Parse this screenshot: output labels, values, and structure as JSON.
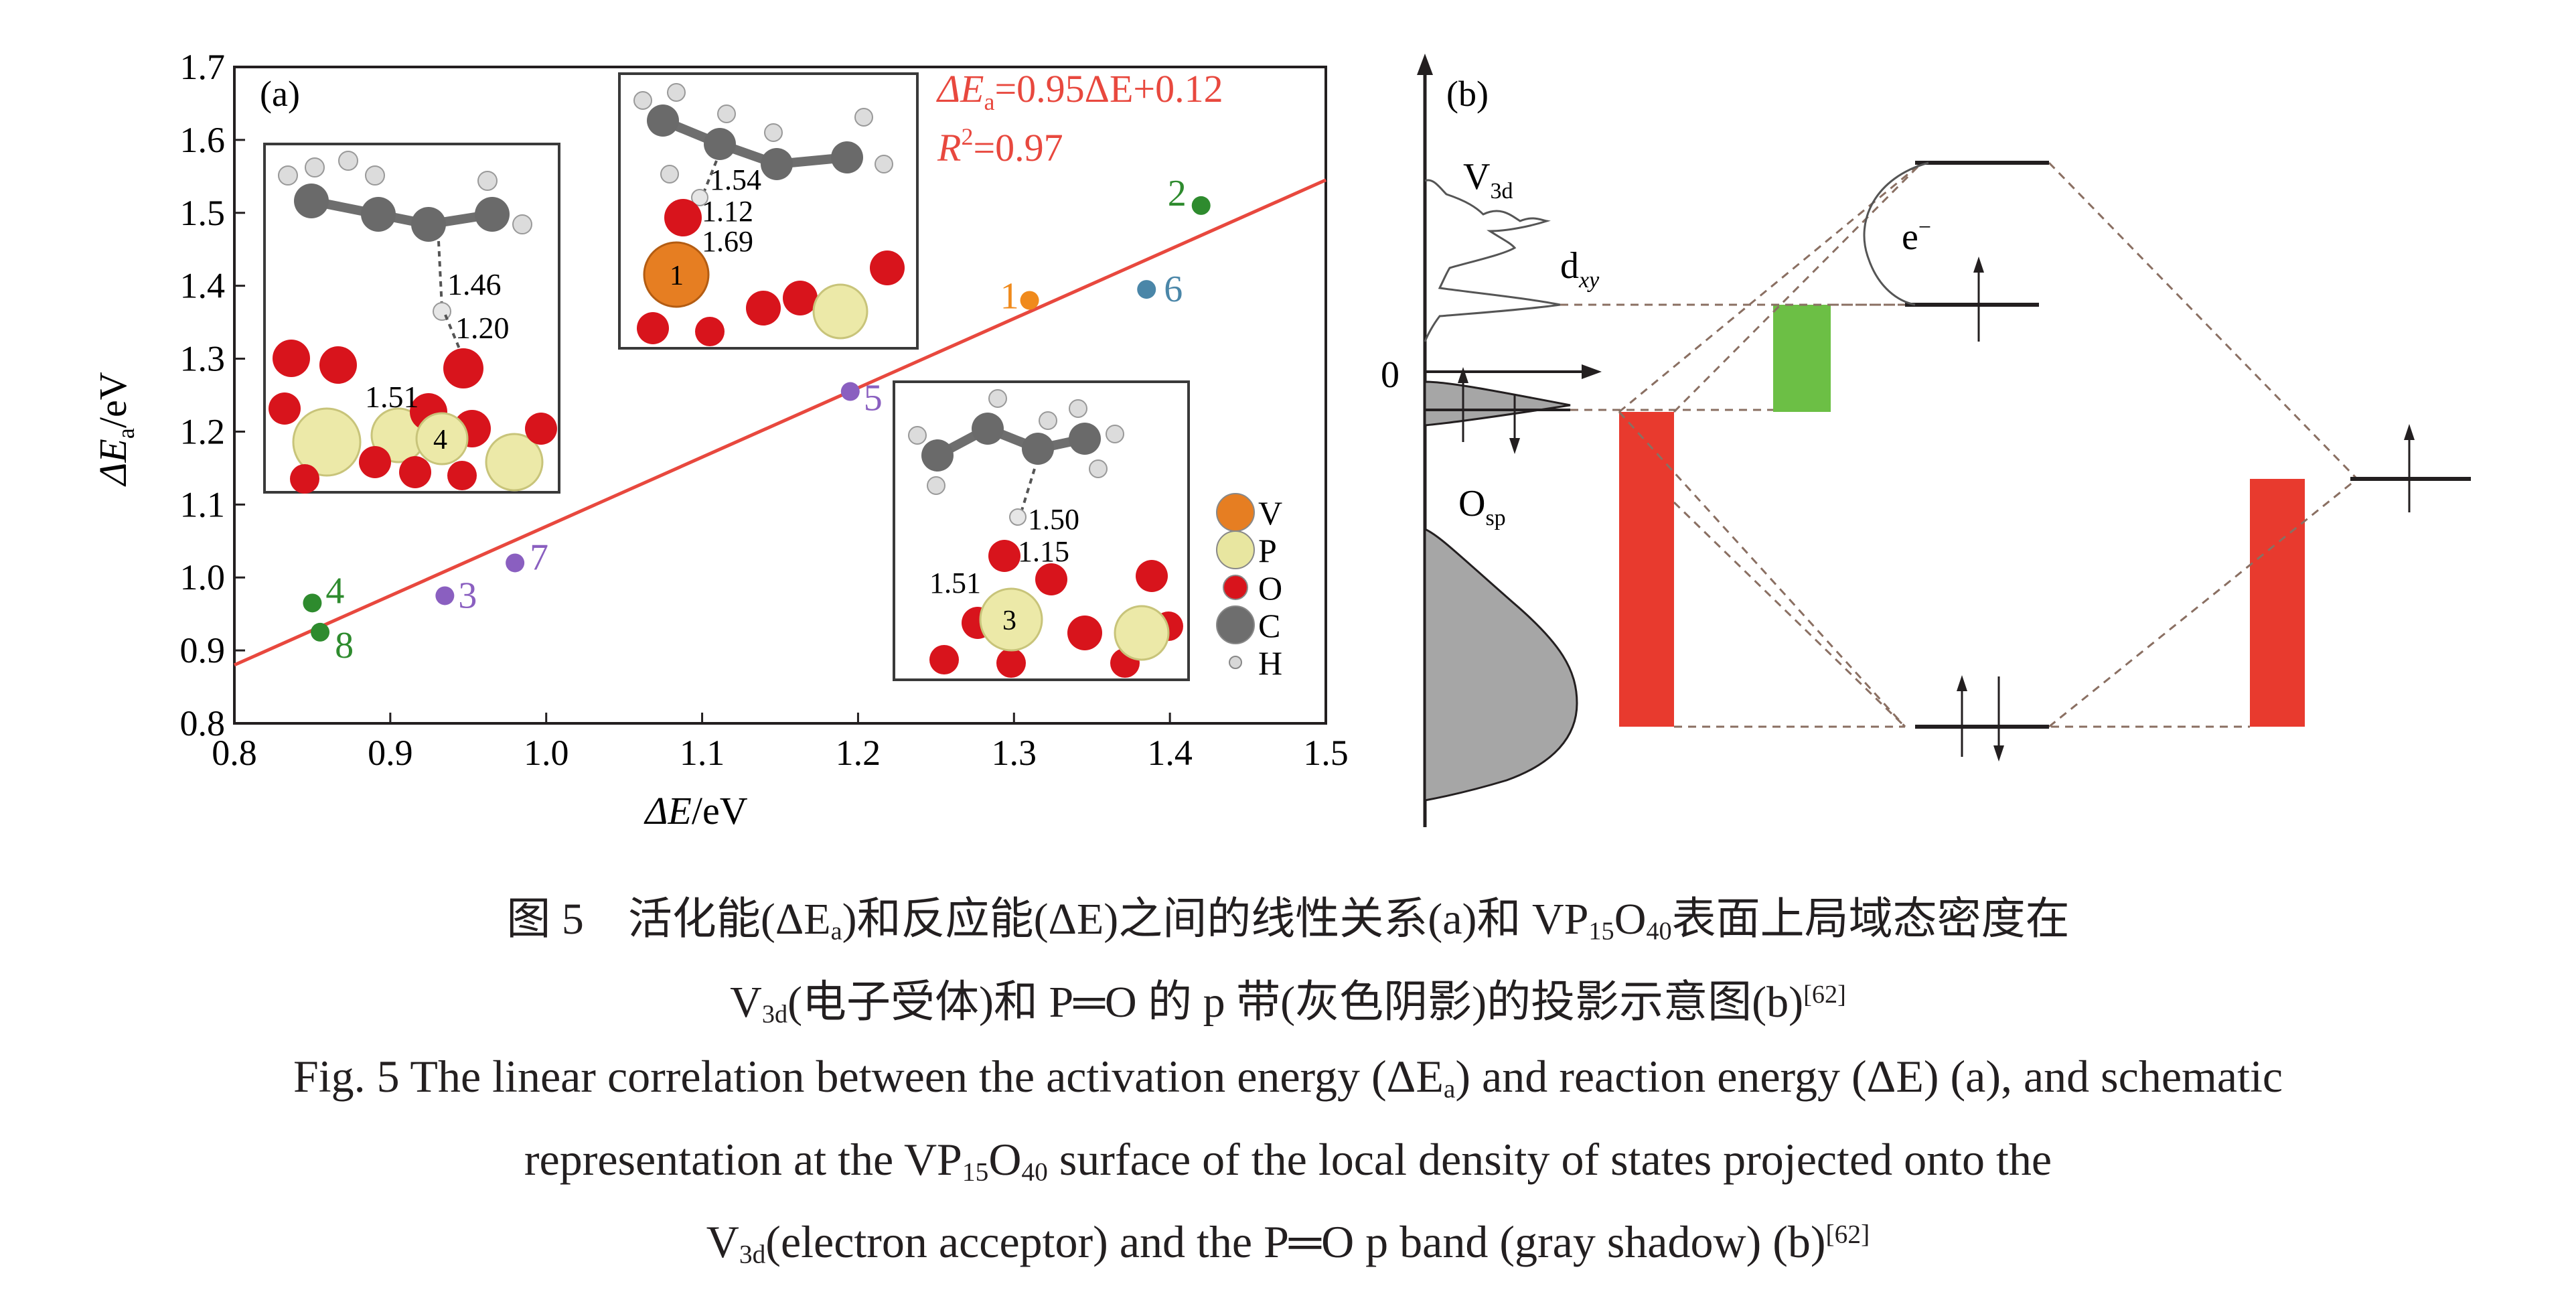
{
  "panel_a": {
    "label": "(a)",
    "equation_prefix": "ΔE",
    "equation_sub": "a",
    "equation_rest": "=0.95ΔE+0.12",
    "r2_prefix": "R",
    "r2_sup": "2",
    "r2_value": "=0.97",
    "xlabel_prefix": "ΔE",
    "xlabel_unit": "/eV",
    "ylabel_prefix": "ΔE",
    "ylabel_sub": "a",
    "ylabel_unit": "/eV",
    "insets": [
      {
        "site": "4",
        "bonds": [
          "1.46",
          "1.20",
          "1.51"
        ]
      },
      {
        "site": "1",
        "bonds": [
          "1.54",
          "1.12",
          "1.69"
        ]
      },
      {
        "site": "3",
        "bonds": [
          "1.50",
          "1.15",
          "1.51"
        ]
      }
    ],
    "legend": [
      {
        "label": "V",
        "color": "#e67e22"
      },
      {
        "label": "P",
        "color": "#e8e6a0"
      },
      {
        "label": "O",
        "color": "#d8141c"
      },
      {
        "label": "C",
        "color": "#6e6e6e"
      },
      {
        "label": "H",
        "color": "#d8d8d8"
      }
    ]
  },
  "chart_data": {
    "type": "scatter",
    "xlabel": "ΔE/eV",
    "ylabel": "ΔEa/eV",
    "xlim": [
      0.8,
      1.5
    ],
    "ylim": [
      0.8,
      1.7
    ],
    "x_ticks": [
      "0.8",
      "0.9",
      "1.0",
      "1.1",
      "1.2",
      "1.3",
      "1.4",
      "1.5"
    ],
    "y_ticks": [
      "0.8",
      "0.9",
      "1.0",
      "1.1",
      "1.2",
      "1.3",
      "1.4",
      "1.5",
      "1.6",
      "1.7"
    ],
    "grid": false,
    "points": [
      {
        "label": "1",
        "x": 1.31,
        "y": 1.38,
        "color": "#f08a1c"
      },
      {
        "label": "2",
        "x": 1.42,
        "y": 1.51,
        "color": "#2e8b2e"
      },
      {
        "label": "3",
        "x": 0.935,
        "y": 0.975,
        "color": "#8a5fc0"
      },
      {
        "label": "4",
        "x": 0.85,
        "y": 0.965,
        "color": "#2e8b2e"
      },
      {
        "label": "5",
        "x": 1.195,
        "y": 1.255,
        "color": "#8a5fc0"
      },
      {
        "label": "6",
        "x": 1.385,
        "y": 1.395,
        "color": "#4a86a8"
      },
      {
        "label": "7",
        "x": 0.98,
        "y": 1.02,
        "color": "#8a5fc0"
      },
      {
        "label": "8",
        "x": 0.855,
        "y": 0.925,
        "color": "#2e8b2e"
      }
    ],
    "fit": {
      "slope": 0.95,
      "intercept": 0.12,
      "color": "#e8483e"
    }
  },
  "panel_b": {
    "label": "(b)",
    "v3d_main": "V",
    "v3d_sub": "3d",
    "dxy_main": "d",
    "dxy_sub": "xy",
    "electron": "e",
    "electron_sup": "−",
    "zero": "0",
    "osp_main": "O",
    "osp_sub": "sp",
    "colors": {
      "red": "#e83a2e",
      "green": "#6cbf45",
      "gray": "#a6a6a6"
    }
  },
  "caption": {
    "zh_line1_a": "图 5　活化能(ΔE",
    "zh_line1_sub": "a",
    "zh_line1_b": ")和反应能(ΔE)之间的线性关系(a)和 VP",
    "zh_line1_sub2": "15",
    "zh_line1_c": "O",
    "zh_line1_sub3": "40",
    "zh_line1_d": "表面上局域态密度在",
    "zh_line2_a": "V",
    "zh_line2_sub": "3d",
    "zh_line2_b": "(电子受体)和 P═O 的 p 带(灰色阴影)的投影示意图(b)",
    "zh_line2_ref": "[62]",
    "en_line1_a": "Fig. 5   The linear correlation between the activation energy (ΔE",
    "en_line1_sub": "a",
    "en_line1_b": ") and reaction energy (ΔE) (a), and schematic",
    "en_line2_a": "representation at the VP",
    "en_line2_sub": "15",
    "en_line2_b": "O",
    "en_line2_sub2": "40",
    "en_line2_c": " surface of the local density of states projected onto the",
    "en_line3_a": "V",
    "en_line3_sub": "3d",
    "en_line3_b": "(electron acceptor) and the P═O p band (gray shadow) (b)",
    "en_line3_ref": "[62]"
  }
}
